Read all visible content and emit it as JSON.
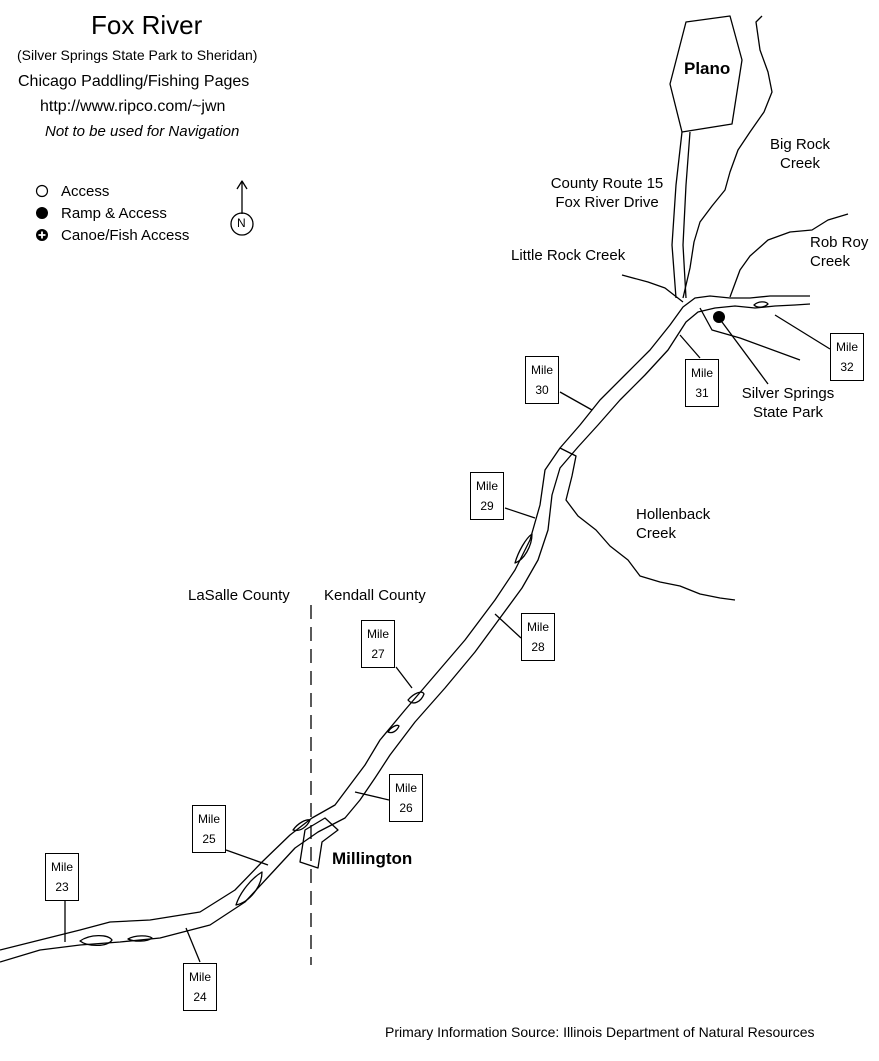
{
  "header": {
    "title": "Fox River",
    "subtitle": "(Silver Springs State Park to Sheridan)",
    "site_name": "Chicago Paddling/Fishing Pages",
    "url": "http://www.ripco.com/~jwn",
    "disclaimer": "Not to be used for Navigation"
  },
  "legend": {
    "items": [
      {
        "label": "Access",
        "icon": "open-circle-icon"
      },
      {
        "label": "Ramp & Access",
        "icon": "filled-circle-icon"
      },
      {
        "label": "Canoe/Fish Access",
        "icon": "plus-circle-icon"
      }
    ],
    "north_label": "N"
  },
  "towns": {
    "plano": "Plano",
    "millington": "Millington"
  },
  "features": {
    "county_route_line1": "County Route 15",
    "county_route_line2": "Fox River Drive",
    "big_rock_line1": "Big Rock",
    "big_rock_line2": "Creek",
    "little_rock": "Little Rock Creek",
    "rob_roy_line1": "Rob Roy",
    "rob_roy_line2": "Creek",
    "silver_springs_line1": "Silver Springs",
    "silver_springs_line2": "State Park",
    "hollenback_line1": "Hollenback",
    "hollenback_line2": "Creek",
    "lasalle_county": "LaSalle County",
    "kendall_county": "Kendall County"
  },
  "mile_markers": [
    {
      "word": "Mile",
      "number": "23"
    },
    {
      "word": "Mile",
      "number": "24"
    },
    {
      "word": "Mile",
      "number": "25"
    },
    {
      "word": "Mile",
      "number": "26"
    },
    {
      "word": "Mile",
      "number": "27"
    },
    {
      "word": "Mile",
      "number": "28"
    },
    {
      "word": "Mile",
      "number": "29"
    },
    {
      "word": "Mile",
      "number": "30"
    },
    {
      "word": "Mile",
      "number": "31"
    },
    {
      "word": "Mile",
      "number": "32"
    }
  ],
  "footer": {
    "source": "Primary Information Source: Illinois Department of Natural Resources"
  }
}
